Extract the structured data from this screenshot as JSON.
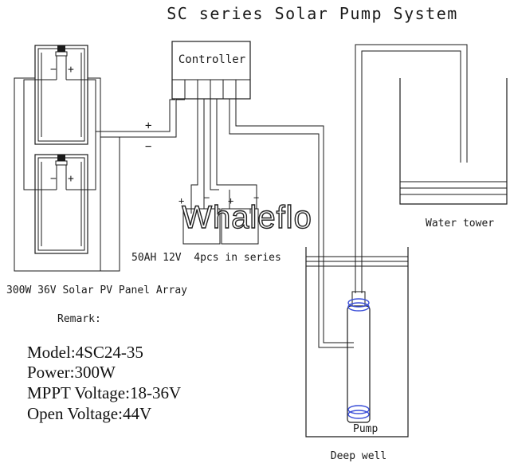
{
  "title": "SC series Solar Pump System",
  "controller": {
    "label": "Controller"
  },
  "panel": {
    "plus": "+",
    "minus": "−",
    "caption": "300W 36V Solar PV Panel Array"
  },
  "wires": {
    "plus": "+",
    "minus": "−"
  },
  "battery": {
    "plus": "+",
    "minus": "−",
    "caption": "50AH 12V  4pcs in series"
  },
  "watermark": "Whaleflo",
  "tower": {
    "caption": "Water tower"
  },
  "well": {
    "caption": "Deep well"
  },
  "pump": {
    "caption": "Pump"
  },
  "remark": {
    "heading": "Remark:"
  },
  "specs": [
    "Model:4SC24-35",
    "Power:300W",
    "MPPT Voltage:18-36V",
    "Open Voltage:44V"
  ],
  "colors": {
    "line": "#1a1a1a",
    "pump_ring": "#3b4fd8",
    "watermark": "#ffffff"
  }
}
